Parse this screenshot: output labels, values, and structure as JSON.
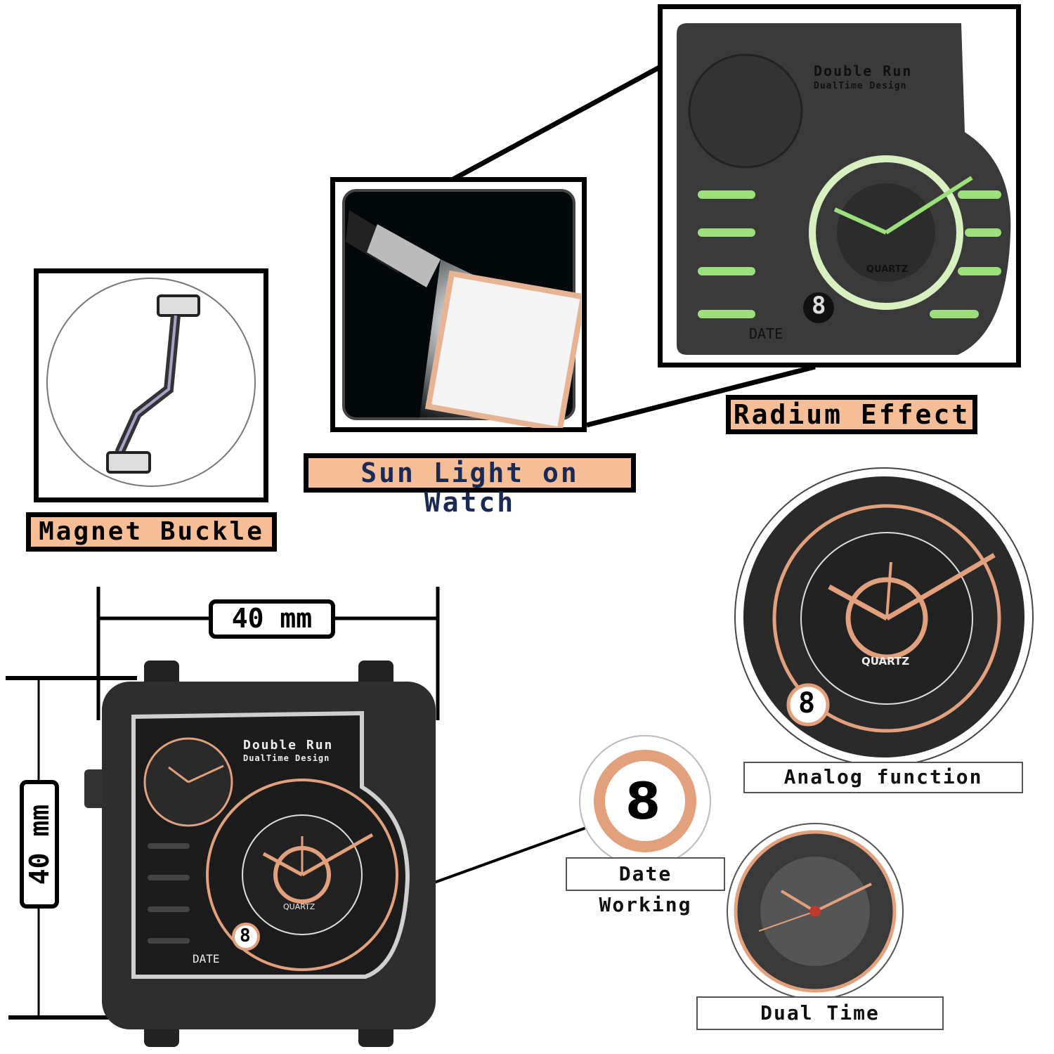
{
  "features": {
    "magnet_buckle": "Magnet Buckle",
    "sun_light": "Sun Light on Watch",
    "radium": "Radium Effect",
    "analog": "Analog function",
    "date": "Date Working",
    "dual_time": "Dual Time"
  },
  "dimensions": {
    "width": "40 mm",
    "height": "40 mm"
  },
  "watch": {
    "brand": "Double Run",
    "tagline": "DualTime Design",
    "movement": "QUARTZ",
    "date_label": "DATE",
    "date_value": "8"
  },
  "colors": {
    "label_bg": "#f5be96",
    "rose_gold": "#e3a07c",
    "lume": "#9be07a",
    "case": "#2a2a2a",
    "navy_text": "#1a2a55"
  }
}
